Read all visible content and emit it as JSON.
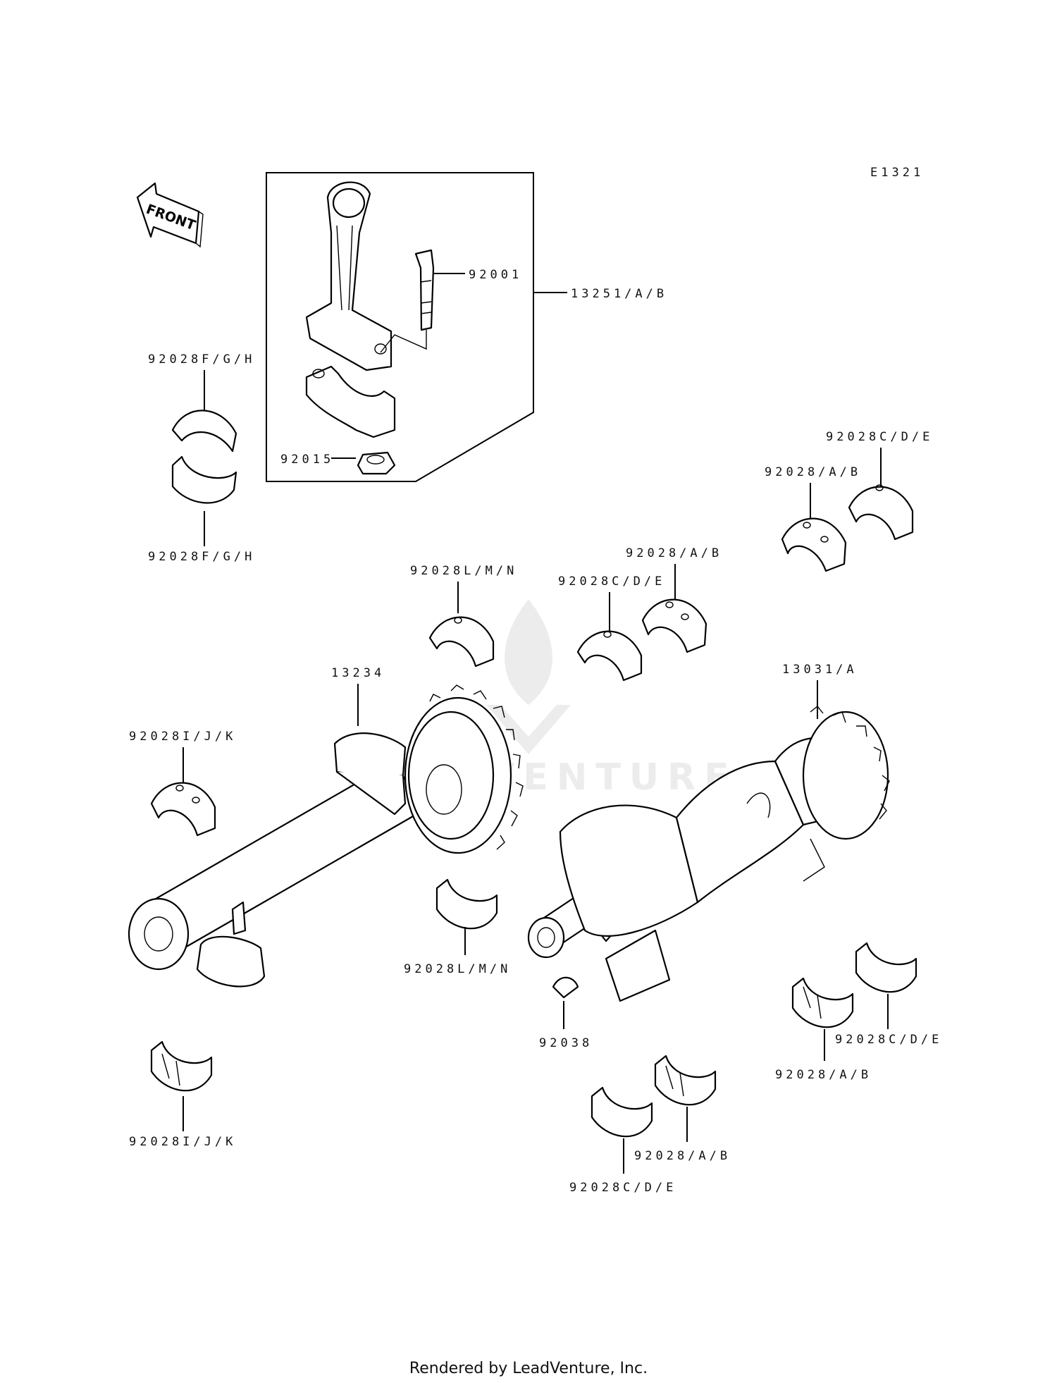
{
  "diagram_id": "E1321",
  "front_label": "FRONT",
  "footer": "Rendered by LeadVenture, Inc.",
  "watermark_text": "LEADVENTURE",
  "callouts": {
    "conrod_assy": "13251/A/B",
    "conrod_bolt": "92001",
    "conrod_nut": "92015",
    "conrod_bearing_upper": "92028F/G/H",
    "conrod_bearing_lower": "92028F/G/H",
    "main_ab_top_right": "92028/A/B",
    "main_cde_top_right": "92028C/D/E",
    "main_lmn_top": "92028L/M/N",
    "main_cde_mid": "92028C/D/E",
    "main_ab_mid": "92028/A/B",
    "balancer": "13234",
    "crankshaft": "13031/A",
    "balancer_bearing_ijk_upper": "92028I/J/K",
    "main_lmn_bottom": "92028L/M/N",
    "woodruff_key": "92038",
    "main_ab_right_lower": "92028/A/B",
    "main_cde_right_lower": "92028C/D/E",
    "balancer_bearing_ijk_lower": "92028I/J/K",
    "main_ab_bottom": "92028/A/B",
    "main_cde_bottom": "92028C/D/E"
  }
}
